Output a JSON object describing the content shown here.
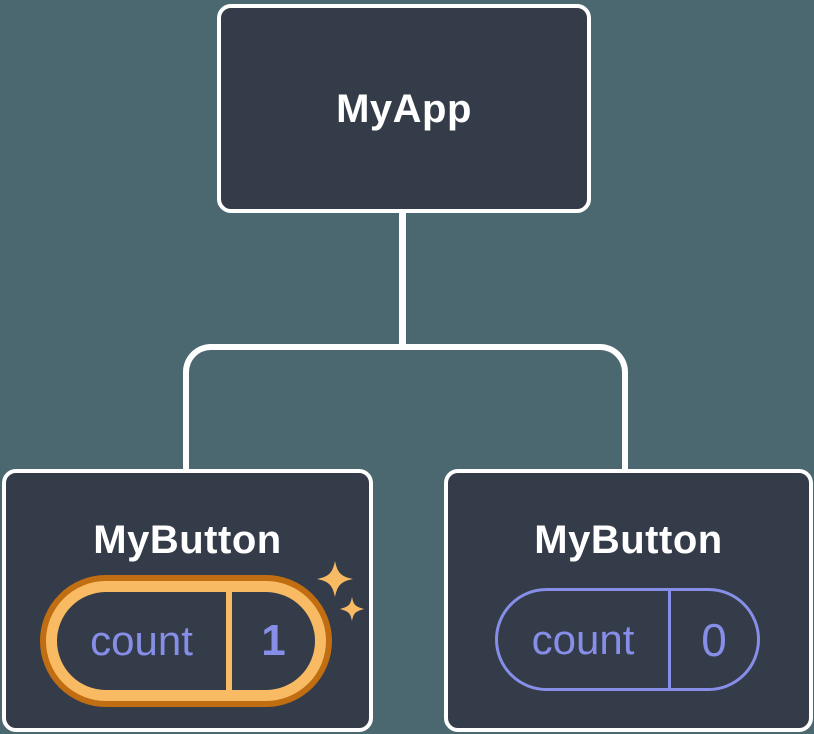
{
  "diagram": {
    "root": {
      "label": "MyApp"
    },
    "children": [
      {
        "label": "MyButton",
        "state": {
          "key": "count",
          "value": "1"
        },
        "highlighted": true
      },
      {
        "label": "MyButton",
        "state": {
          "key": "count",
          "value": "0"
        },
        "highlighted": false
      }
    ]
  },
  "colors": {
    "background": "#4b6770",
    "node_fill": "#343b49",
    "node_border": "#ffffff",
    "connector": "#ffffff",
    "title_text": "#ffffff",
    "pill_text": "#868ee8",
    "pill_border": "#868ee8",
    "highlight_gold": "#f8bb63",
    "highlight_orange": "#c16d12"
  }
}
